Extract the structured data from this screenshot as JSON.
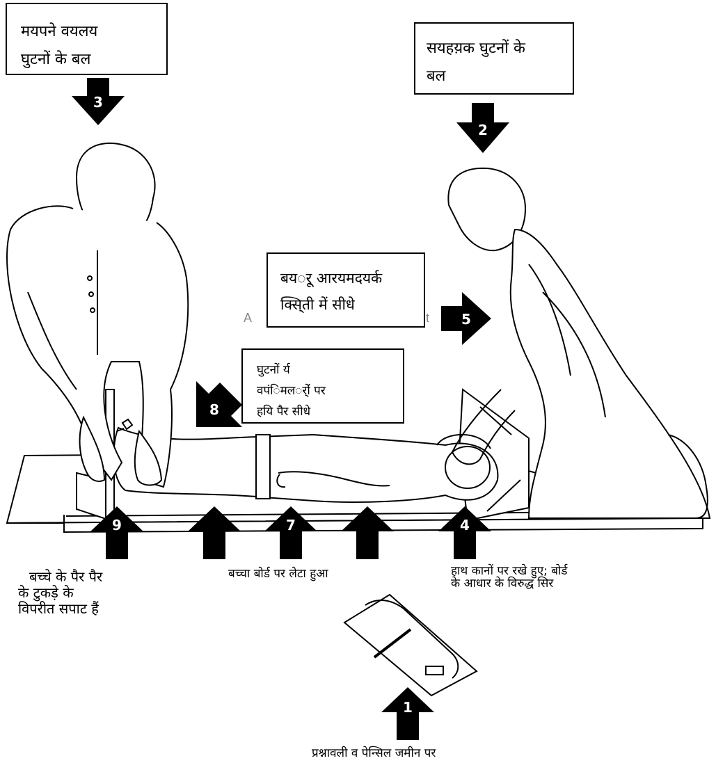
{
  "labels": {
    "label3": {
      "line1": "मयपने वयलय",
      "line2": "घुटनों के बल"
    },
    "label2": {
      "line1": "सयहय़क घुटनों के",
      "line2": "बल"
    },
    "label5": {
      "line1": "बयर्ू आरयमदयर्क",
      "line2": "क्सि्ती में सीधे"
    },
    "label8": {
      "line1": "घुटनों र्य",
      "line2": "वपंिमलर्ोंं पर",
      "line3": "हयि पैर सीधे"
    }
  },
  "watermark": {
    "left": "A",
    "right": "t"
  },
  "arrow_numbers": {
    "a1": "1",
    "a2": "2",
    "a3": "3",
    "a4": "4",
    "a5": "5",
    "a7": "7",
    "a8": "8",
    "a9": "9"
  },
  "captions": {
    "feet": {
      "line1": "बच्चे के पैर पैर",
      "line2": "के टुकड़े के",
      "line3": "विपरीत सपाट हैं"
    },
    "board": "बच्चा बोर्ड पर लेटा हुआ",
    "head": {
      "line1": "हाथ कानों पर रखे हुए; बोर्ड",
      "line2": "के आधार के विरुद्ध सिर"
    },
    "questionnaire": "प्रश्नावली व पेन्सिल जमीन पर"
  },
  "colors": {
    "ink": "#000000",
    "paper": "#ffffff"
  }
}
